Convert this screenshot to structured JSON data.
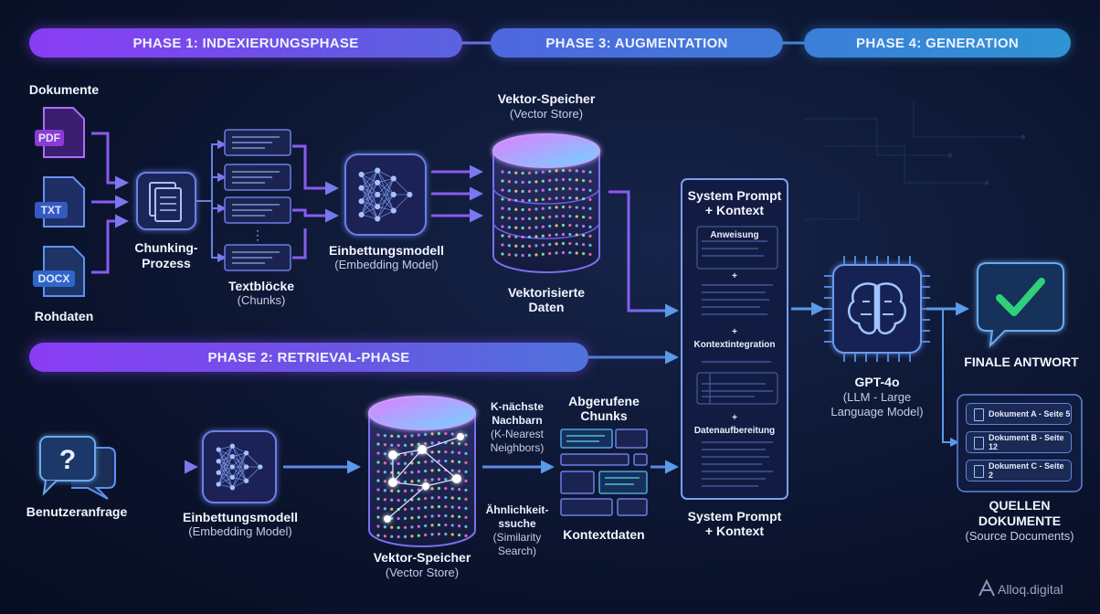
{
  "phases": {
    "p1": "PHASE 1: INDEXIERUNGSPHASE",
    "p2": "PHASE 2: RETRIEVAL-PHASE",
    "p3": "PHASE 3: AUGMENTATION",
    "p4": "PHASE 4: GENERATION"
  },
  "docs": {
    "title": "Dokumente",
    "pdf": "PDF",
    "txt": "TXT",
    "docx": "DOCX",
    "footer": "Rohdaten"
  },
  "chunking": {
    "line1": "Chunking-",
    "line2": "Prozess"
  },
  "textblocks": {
    "title": "Textblöcke",
    "sub": "(Chunks)"
  },
  "embed_top": {
    "title": "Einbettungsmodell",
    "sub": "(Embedding Model)"
  },
  "store_top": {
    "title": "Vektor-Speicher",
    "sub": "(Vector Store)",
    "footer1": "Vektorisierte",
    "footer2": "Daten"
  },
  "prompt": {
    "title1": "System Prompt",
    "title2": "+ Kontext",
    "anweisung": "Anweisung",
    "plus": "+",
    "kontextintegration": "Kontextintegration",
    "datenaufbereitung": "Datenaufbereitung",
    "footer1": "System Prompt",
    "footer2": "+ Kontext"
  },
  "llm": {
    "title": "GPT-4o",
    "sub1": "(LLM - Large",
    "sub2": "Language Model)"
  },
  "answer": {
    "label": "FINALE ANTWORT"
  },
  "sources": {
    "items": [
      "Dokument A - Seite 5",
      "Dokument B - Seite 12",
      "Dokument C - Seite 2"
    ],
    "title1": "QUELLEN",
    "title2": "DOKUMENTE",
    "sub": "(Source Documents)"
  },
  "query": {
    "label": "Benutzeranfrage"
  },
  "embed_bottom": {
    "title": "Einbettungsmodell",
    "sub": "(Embedding Model)"
  },
  "store_bottom": {
    "title": "Vektor-Speicher",
    "sub": "(Vector Store)"
  },
  "knn": {
    "l1": "K-nächste",
    "l2": "Nachbarn",
    "l3": "(K-Nearest",
    "l4": "Neighbors)"
  },
  "similarity": {
    "l1": "Ähnlichkeit-",
    "l2": "ssuche",
    "l3": "(Similarity",
    "l4": "Search)"
  },
  "retrieved": {
    "title1": "Abgerufene",
    "title2": "Chunks",
    "footer": "Kontextdaten"
  },
  "brand": {
    "name": "Alloq.digital"
  },
  "colors": {
    "purple": "#8a3cf5",
    "blue": "#3f7bd8",
    "cyan": "#5fd8f0",
    "green": "#2fd07a"
  }
}
